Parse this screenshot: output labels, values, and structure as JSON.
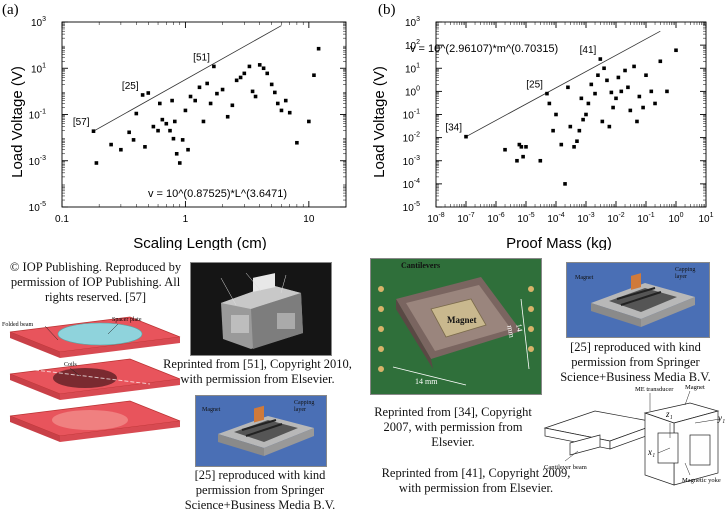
{
  "panels": {
    "a": {
      "label": "(a)"
    },
    "b": {
      "label": "(b)"
    }
  },
  "chart_data": [
    {
      "type": "scatter",
      "xlabel": "Scaling Length (cm)",
      "ylabel": "Load Voltage (V)",
      "xscale": "log",
      "yscale": "log",
      "xlim": [
        0.1,
        20
      ],
      "ylim": [
        1e-05,
        1000
      ],
      "x_ticks": [
        {
          "v": 0.1,
          "label": "0.1"
        },
        {
          "v": 1,
          "label": "1"
        },
        {
          "v": 10,
          "label": "10"
        }
      ],
      "y_ticks": [
        {
          "v": 1e-05,
          "base": "10",
          "exp": "-5"
        },
        {
          "v": 0.001,
          "base": "10",
          "exp": "-3"
        },
        {
          "v": 0.1,
          "base": "10",
          "exp": "-1"
        },
        {
          "v": 10,
          "base": "10",
          "exp": "1"
        },
        {
          "v": 1000,
          "base": "10",
          "exp": "3"
        }
      ],
      "fit_equation": "v = 10^(0.87525)*L^(3.6471)",
      "fit_line": {
        "x": [
          0.18,
          6
        ],
        "y": [
          0.019,
          700
        ]
      },
      "annotations": [
        {
          "text": "[57]",
          "x": 0.18,
          "y": 0.019
        },
        {
          "text": "[25]",
          "x": 0.45,
          "y": 0.7
        },
        {
          "text": "[51]",
          "x": 1.7,
          "y": 12
        }
      ],
      "points": [
        [
          0.18,
          0.019
        ],
        [
          0.19,
          0.0008
        ],
        [
          0.25,
          0.005
        ],
        [
          0.3,
          0.003
        ],
        [
          0.35,
          0.017
        ],
        [
          0.38,
          0.008
        ],
        [
          0.4,
          0.11
        ],
        [
          0.45,
          0.7
        ],
        [
          0.47,
          0.004
        ],
        [
          0.5,
          0.85
        ],
        [
          0.55,
          0.03
        ],
        [
          0.6,
          0.02
        ],
        [
          0.62,
          0.3
        ],
        [
          0.65,
          0.06
        ],
        [
          0.7,
          0.04
        ],
        [
          0.75,
          0.02
        ],
        [
          0.78,
          0.4
        ],
        [
          0.8,
          0.009
        ],
        [
          0.82,
          0.05
        ],
        [
          0.85,
          0.002
        ],
        [
          0.9,
          0.0008
        ],
        [
          0.95,
          0.008
        ],
        [
          1.0,
          0.15
        ],
        [
          1.05,
          0.003
        ],
        [
          1.1,
          0.6
        ],
        [
          1.2,
          0.4
        ],
        [
          1.3,
          1.5
        ],
        [
          1.4,
          0.05
        ],
        [
          1.5,
          2.2
        ],
        [
          1.6,
          0.3
        ],
        [
          1.7,
          12
        ],
        [
          1.8,
          0.8
        ],
        [
          2.0,
          1.2
        ],
        [
          2.2,
          0.08
        ],
        [
          2.4,
          0.25
        ],
        [
          2.6,
          3
        ],
        [
          2.8,
          4
        ],
        [
          3.0,
          6
        ],
        [
          3.3,
          12
        ],
        [
          3.5,
          1
        ],
        [
          3.7,
          0.6
        ],
        [
          4.0,
          14
        ],
        [
          4.3,
          10
        ],
        [
          4.6,
          6
        ],
        [
          5.0,
          2
        ],
        [
          5.3,
          0.9
        ],
        [
          5.6,
          0.3
        ],
        [
          6.0,
          0.15
        ],
        [
          6.5,
          0.4
        ],
        [
          7.0,
          0.12
        ],
        [
          8.0,
          0.006
        ],
        [
          10.0,
          0.05
        ],
        [
          11.0,
          5
        ],
        [
          12.0,
          70
        ]
      ]
    },
    {
      "type": "scatter",
      "xlabel": "Proof Mass (kg)",
      "ylabel": "Load Voltage (V)",
      "xscale": "log",
      "yscale": "log",
      "xlim": [
        1e-08,
        10
      ],
      "ylim": [
        1e-05,
        1000
      ],
      "x_ticks": [
        {
          "v": 1e-08,
          "base": "10",
          "exp": "-8"
        },
        {
          "v": 1e-07,
          "base": "10",
          "exp": "-7"
        },
        {
          "v": 1e-06,
          "base": "10",
          "exp": "-6"
        },
        {
          "v": 1e-05,
          "base": "10",
          "exp": "-5"
        },
        {
          "v": 0.0001,
          "base": "10",
          "exp": "-4"
        },
        {
          "v": 0.001,
          "base": "10",
          "exp": "-3"
        },
        {
          "v": 0.01,
          "base": "10",
          "exp": "-2"
        },
        {
          "v": 0.1,
          "base": "10",
          "exp": "-1"
        },
        {
          "v": 1,
          "base": "10",
          "exp": "0"
        },
        {
          "v": 10,
          "base": "10",
          "exp": "1"
        }
      ],
      "y_ticks": [
        {
          "v": 1e-05,
          "base": "10",
          "exp": "-5"
        },
        {
          "v": 0.0001,
          "base": "10",
          "exp": "-4"
        },
        {
          "v": 0.001,
          "base": "10",
          "exp": "-3"
        },
        {
          "v": 0.01,
          "base": "10",
          "exp": "-2"
        },
        {
          "v": 0.1,
          "base": "10",
          "exp": "-1"
        },
        {
          "v": 1,
          "base": "10",
          "exp": "0"
        },
        {
          "v": 10,
          "base": "10",
          "exp": "1"
        },
        {
          "v": 100,
          "base": "10",
          "exp": "2"
        },
        {
          "v": 1000,
          "base": "10",
          "exp": "3"
        }
      ],
      "fit_equation": "v = 10^(2.96107)*m^(0.70315)",
      "fit_line": {
        "x": [
          1e-07,
          0.3
        ],
        "y": [
          0.011,
          400
        ]
      },
      "annotations": [
        {
          "text": "[34]",
          "x": 1e-07,
          "y": 0.011
        },
        {
          "text": "[25]",
          "x": 5e-05,
          "y": 0.8
        },
        {
          "text": "[41]",
          "x": 0.003,
          "y": 25
        }
      ],
      "points": [
        [
          1e-07,
          0.011
        ],
        [
          2e-06,
          0.003
        ],
        [
          5e-06,
          0.001
        ],
        [
          6e-06,
          0.005
        ],
        [
          7e-06,
          0.004
        ],
        [
          8e-06,
          0.0015
        ],
        [
          1e-05,
          0.004
        ],
        [
          3e-05,
          0.001
        ],
        [
          5e-05,
          0.8
        ],
        [
          6e-05,
          0.3
        ],
        [
          8e-05,
          0.02
        ],
        [
          0.0001,
          0.1
        ],
        [
          0.00015,
          0.005
        ],
        [
          0.0002,
          0.0001
        ],
        [
          0.00025,
          1.5
        ],
        [
          0.0003,
          0.03
        ],
        [
          0.0004,
          0.004
        ],
        [
          0.0005,
          0.007
        ],
        [
          0.0006,
          0.02
        ],
        [
          0.0007,
          0.5
        ],
        [
          0.0008,
          0.06
        ],
        [
          0.001,
          0.1
        ],
        [
          0.0012,
          0.3
        ],
        [
          0.0015,
          2
        ],
        [
          0.002,
          0.8
        ],
        [
          0.0025,
          5
        ],
        [
          0.003,
          25
        ],
        [
          0.0035,
          0.05
        ],
        [
          0.004,
          10
        ],
        [
          0.005,
          3
        ],
        [
          0.006,
          0.03
        ],
        [
          0.007,
          0.9
        ],
        [
          0.008,
          0.2
        ],
        [
          0.01,
          0.5
        ],
        [
          0.012,
          4
        ],
        [
          0.015,
          1
        ],
        [
          0.02,
          8
        ],
        [
          0.025,
          1.5
        ],
        [
          0.03,
          0.15
        ],
        [
          0.04,
          12
        ],
        [
          0.05,
          0.05
        ],
        [
          0.06,
          0.6
        ],
        [
          0.08,
          0.2
        ],
        [
          0.1,
          5
        ],
        [
          0.15,
          1
        ],
        [
          0.2,
          0.3
        ],
        [
          0.3,
          20
        ],
        [
          0.5,
          1
        ],
        [
          1.0,
          60
        ]
      ]
    }
  ],
  "captions": {
    "iop": "© IOP Publishing. Reproduced by permission of IOP Publishing. All rights reserved. [57]",
    "elsevier_51": "Reprinted from [51], Copyright 2010, with permission from Elsevier.",
    "springer_left": "[25] reproduced with kind permission from Springer Science+Business Media B.V.",
    "elsevier_34": "Reprinted from [34], Copyright 2007, with permission from Elsevier.",
    "springer_right": "[25] reproduced with kind permission from Springer Science+Business Media B.V.",
    "elsevier_41": "Reprinted from [41], Copyright 2009, with permission from Elsevier."
  },
  "figure_labels": {
    "folded_beam": "Folded beam",
    "spacer_plate": "Spacer plate",
    "coils": "Coils",
    "magnet": "Magnet",
    "capping_layer": "Capping layer",
    "cantilevers": "Cantilevers",
    "magnet_center": "Magnet",
    "dim_side": "14 mm",
    "dim_side2": "14 mm",
    "me_transducer": "ME transducer",
    "magnet_device": "Magnet",
    "cantilever_beam": "Cantilever beam",
    "magnetic_yoke": "Magnetic yoke",
    "y1": "y₁",
    "z1": "z₁",
    "x1": "x₁"
  },
  "colors": {
    "red_layer": "#e8545c",
    "cyan_disk": "#8fd3dc",
    "blue_bg": "#4a6fb5",
    "pcb_green": "#2f6f3a"
  }
}
